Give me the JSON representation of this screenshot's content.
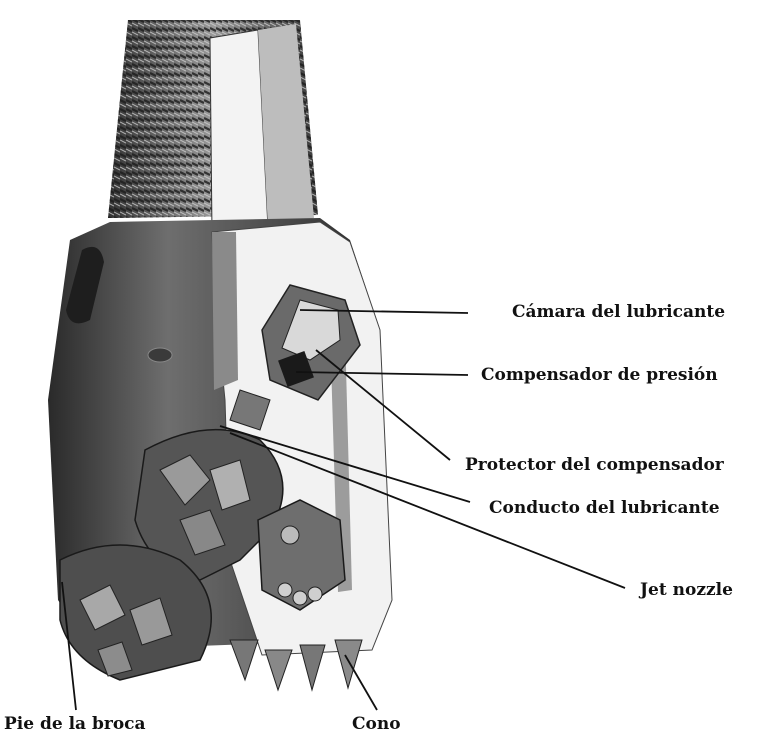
{
  "labels": {
    "camara": "Cámara del lubricante",
    "compensador": "Compensador de presión",
    "protector": "Protector del compensador",
    "conducto": "Conducto del lubricante",
    "jet": "Jet nozzle",
    "pie": "Pie de la broca",
    "cono": "Cono"
  }
}
